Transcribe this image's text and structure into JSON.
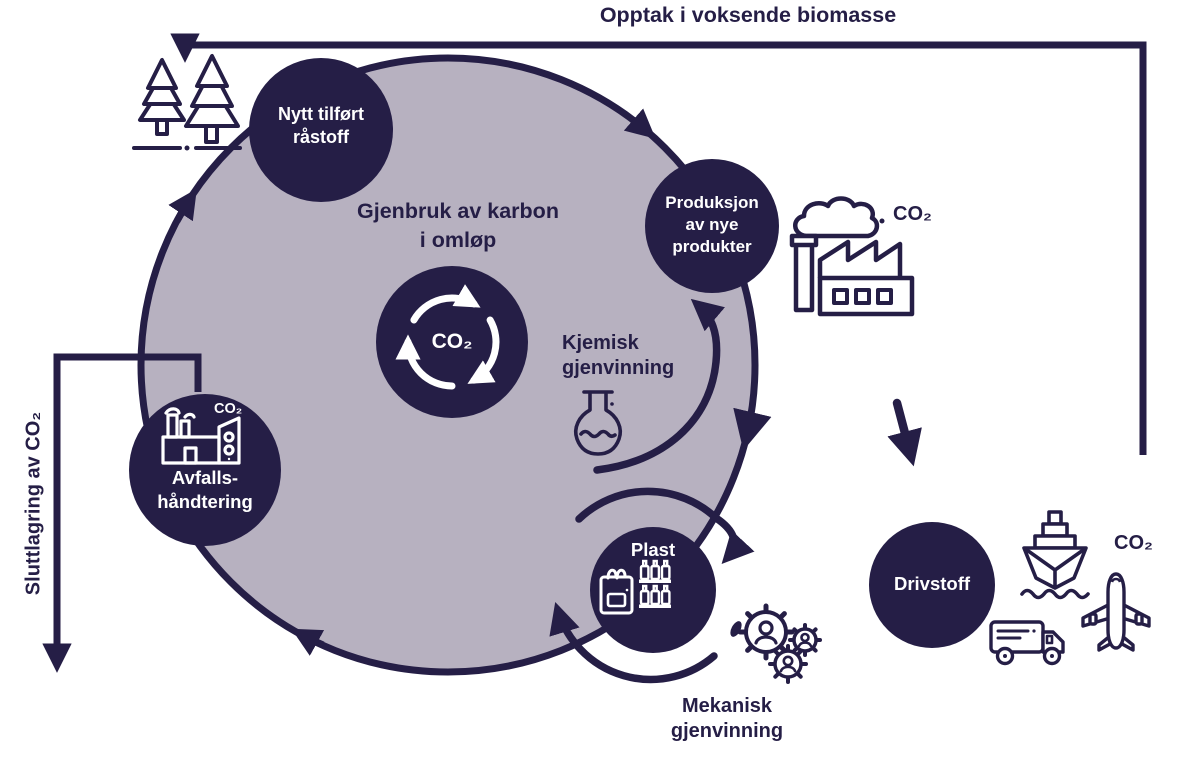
{
  "colors": {
    "navy": "#251e46",
    "circle_fill": "#b7b1c0",
    "white": "#ffffff"
  },
  "top_flow": {
    "title": "Opptak i voksende biomasse"
  },
  "left_flow": {
    "label": "Sluttlagring av CO₂"
  },
  "center": {
    "caption_line1": "Gjenbruk av karbon",
    "caption_line2": "i omløp",
    "co2": "CO₂"
  },
  "nodes": {
    "raastoff": {
      "line1": "Nytt tilført",
      "line2": "råstoff"
    },
    "produksjon": {
      "line1": "Produksjon",
      "line2": "av nye",
      "line3": "produkter"
    },
    "avfall": {
      "line1": "Avfalls-",
      "line2": "håndtering",
      "co2": "CO₂"
    },
    "plast": {
      "label": "Plast"
    },
    "drivstoff": {
      "label": "Drivstoff"
    }
  },
  "processes": {
    "kjemisk": {
      "line1": "Kjemisk",
      "line2": "gjenvinning"
    },
    "mekanisk": {
      "line1": "Mekanisk",
      "line2": "gjenvinning"
    }
  },
  "emissions": {
    "factory_co2": "CO₂",
    "transport_co2": "CO₂"
  },
  "icons": {
    "trees": "pine-trees",
    "factory": "factory-with-smoke",
    "flask": "chemistry-flask",
    "gears": "gears-with-people",
    "recycle": "recycling-arrows",
    "bag": "plastic-bag",
    "bottles": "bottle-shelf",
    "waste_factory": "waste-plant",
    "ship": "ship",
    "plane": "airplane",
    "truck": "truck"
  }
}
